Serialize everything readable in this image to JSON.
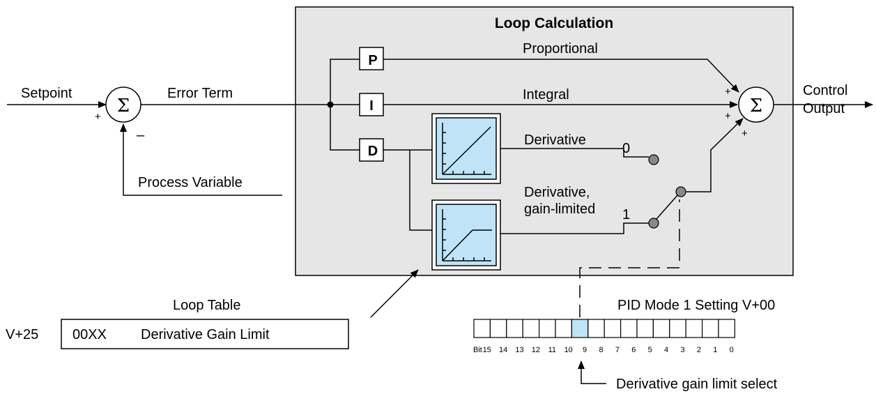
{
  "title": "Loop Calculation",
  "inputs": {
    "setpoint": "Setpoint",
    "error_term": "Error Term",
    "process_variable": "Process Variable",
    "plus": "+",
    "minus": "–"
  },
  "blocks": {
    "p": "P",
    "i": "I",
    "d": "D",
    "sigma": "Σ"
  },
  "paths": {
    "proportional": "Proportional",
    "integral": "Integral",
    "derivative": "Derivative",
    "derivative_limited_1": "Derivative,",
    "derivative_limited_2": "gain-limited",
    "zero": "0",
    "one": "1"
  },
  "output": {
    "line1": "Control",
    "line2": "Output"
  },
  "loop_table": {
    "title": "Loop Table",
    "address": "V+25",
    "value": "00XX",
    "description": "Derivative Gain Limit"
  },
  "pid_mode": {
    "title": "PID Mode 1 Setting V+00",
    "bit_prefix": "Bit",
    "bits": [
      "15",
      "14",
      "13",
      "12",
      "11",
      "10",
      "9",
      "8",
      "7",
      "6",
      "5",
      "4",
      "3",
      "2",
      "1",
      "0"
    ],
    "highlighted_bit": "9",
    "select_label": "Derivative gain limit select"
  },
  "colors": {
    "panel": "#e6e6e6",
    "graph_fill": "#bfe4f7",
    "bit_highlight": "#bfe4f7",
    "switch_contact": "#888888"
  }
}
